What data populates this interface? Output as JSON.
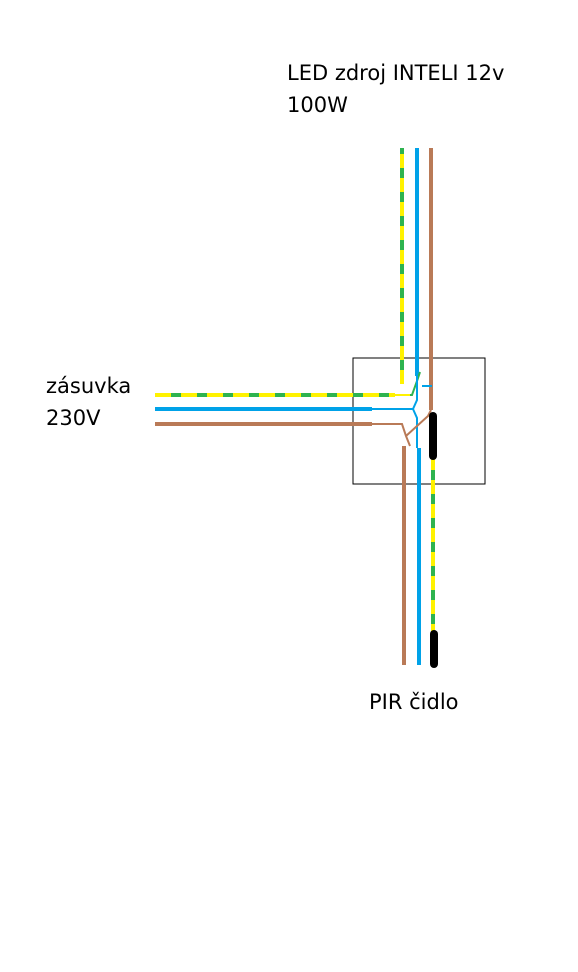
{
  "labels": {
    "led_supply": [
      "LED zdroj INTELI 12v",
      "100W"
    ],
    "socket": [
      "zásuvka",
      "230V"
    ],
    "pir_sensor": "PIR čidlo"
  },
  "colors": {
    "background": "#ffffff",
    "text": "#000000",
    "earth_green": "#2eb34f",
    "earth_yellow": "#fff200",
    "neutral_blue": "#00a2e8",
    "live_brown": "#b97a57",
    "connector_black": "#000000",
    "junction_box_outline": "#000000"
  }
}
